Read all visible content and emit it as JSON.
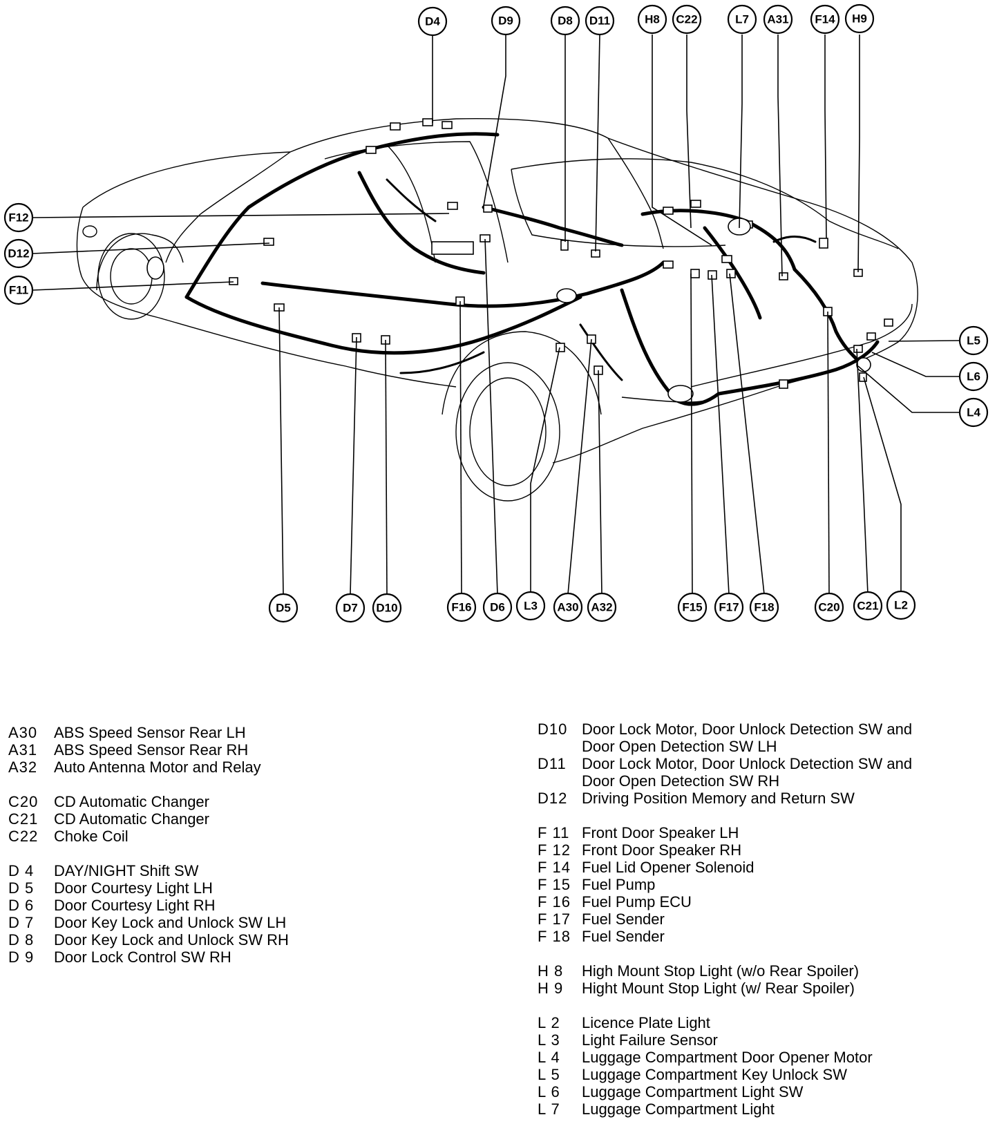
{
  "callouts": [
    {
      "id": "D4",
      "label": "D4"
    },
    {
      "id": "D9",
      "label": "D9"
    },
    {
      "id": "D8",
      "label": "D8"
    },
    {
      "id": "D11",
      "label": "D11"
    },
    {
      "id": "H8",
      "label": "H8"
    },
    {
      "id": "C22",
      "label": "C22"
    },
    {
      "id": "L7",
      "label": "L7"
    },
    {
      "id": "A31",
      "label": "A31"
    },
    {
      "id": "F14",
      "label": "F14"
    },
    {
      "id": "H9",
      "label": "H9"
    },
    {
      "id": "F12",
      "label": "F12"
    },
    {
      "id": "D12",
      "label": "D12"
    },
    {
      "id": "F11",
      "label": "F11"
    },
    {
      "id": "L5",
      "label": "L5"
    },
    {
      "id": "L6",
      "label": "L6"
    },
    {
      "id": "L4",
      "label": "L4"
    },
    {
      "id": "D5",
      "label": "D5"
    },
    {
      "id": "D7",
      "label": "D7"
    },
    {
      "id": "D10",
      "label": "D10"
    },
    {
      "id": "F16",
      "label": "F16"
    },
    {
      "id": "D6",
      "label": "D6"
    },
    {
      "id": "L3",
      "label": "L3"
    },
    {
      "id": "A30",
      "label": "A30"
    },
    {
      "id": "A32",
      "label": "A32"
    },
    {
      "id": "F15",
      "label": "F15"
    },
    {
      "id": "F17",
      "label": "F17"
    },
    {
      "id": "F18",
      "label": "F18"
    },
    {
      "id": "C20",
      "label": "C20"
    },
    {
      "id": "C21",
      "label": "C21"
    },
    {
      "id": "L2",
      "label": "L2"
    }
  ],
  "legend_left": [
    [
      {
        "code": "A30",
        "desc": "ABS Speed Sensor Rear LH"
      },
      {
        "code": "A31",
        "desc": "ABS Speed Sensor Rear RH"
      },
      {
        "code": "A32",
        "desc": "Auto Antenna Motor and Relay"
      }
    ],
    [
      {
        "code": "C20",
        "desc": "CD Automatic Changer"
      },
      {
        "code": "C21",
        "desc": "CD Automatic Changer"
      },
      {
        "code": "C22",
        "desc": "Choke Coil"
      }
    ],
    [
      {
        "code": "D 4",
        "desc": "DAY/NIGHT Shift SW"
      },
      {
        "code": "D 5",
        "desc": "Door Courtesy Light LH"
      },
      {
        "code": "D 6",
        "desc": "Door Courtesy Light RH"
      },
      {
        "code": "D 7",
        "desc": "Door Key Lock and Unlock SW LH"
      },
      {
        "code": "D 8",
        "desc": "Door Key Lock and Unlock SW RH"
      },
      {
        "code": "D 9",
        "desc": "Door Lock Control SW RH"
      }
    ]
  ],
  "legend_right": [
    [
      {
        "code": "D10",
        "desc": "Door Lock Motor, Door Unlock Detection SW and",
        "desc2": "Door Open Detection SW LH"
      },
      {
        "code": "D11",
        "desc": "Door Lock Motor, Door Unlock Detection SW and",
        "desc2": "Door Open Detection SW RH"
      },
      {
        "code": "D12",
        "desc": "Driving Position Memory and Return SW"
      }
    ],
    [
      {
        "code": "F 11",
        "desc": "Front Door Speaker LH"
      },
      {
        "code": "F 12",
        "desc": "Front Door Speaker RH"
      },
      {
        "code": "F 14",
        "desc": "Fuel Lid Opener Solenoid"
      },
      {
        "code": "F 15",
        "desc": "Fuel Pump"
      },
      {
        "code": "F 16",
        "desc": "Fuel Pump ECU"
      },
      {
        "code": "F 17",
        "desc": "Fuel Sender"
      },
      {
        "code": "F 18",
        "desc": "Fuel Sender"
      }
    ],
    [
      {
        "code": "H 8",
        "desc": "High Mount Stop Light (w/o Rear Spoiler)"
      },
      {
        "code": "H 9",
        "desc": "Hight Mount Stop Light (w/ Rear Spoiler)"
      }
    ],
    [
      {
        "code": "L 2",
        "desc": "Licence Plate Light"
      },
      {
        "code": "L 3",
        "desc": "Light Failure Sensor"
      },
      {
        "code": "L 4",
        "desc": "Luggage Compartment Door Opener Motor"
      },
      {
        "code": "L 5",
        "desc": "Luggage Compartment Key Unlock SW"
      },
      {
        "code": "L 6",
        "desc": "Luggage Compartment Light SW"
      },
      {
        "code": "L 7",
        "desc": "Luggage Compartment Light"
      }
    ]
  ]
}
